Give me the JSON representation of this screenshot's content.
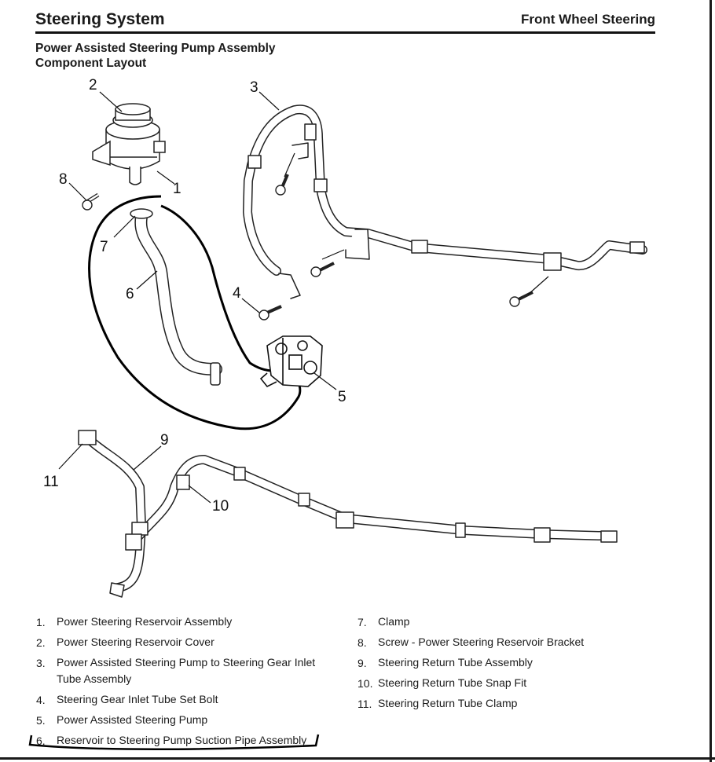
{
  "header": {
    "section_title": "Steering System",
    "subsection_title": "Front Wheel Steering"
  },
  "subtitle": {
    "line1": "Power Assisted Steering Pump Assembly",
    "line2": "Component Layout"
  },
  "callouts": {
    "c1": "1",
    "c2": "2",
    "c3": "3",
    "c4": "4",
    "c5": "5",
    "c6": "6",
    "c7": "7",
    "c8": "8",
    "c9": "9",
    "c10": "10",
    "c11": "11"
  },
  "legend": {
    "left": [
      {
        "num": "1.",
        "text": "Power Steering Reservoir Assembly"
      },
      {
        "num": "2.",
        "text": "Power Steering Reservoir Cover"
      },
      {
        "num": "3.",
        "text": "Power Assisted Steering Pump to Steering Gear Inlet Tube Assembly"
      },
      {
        "num": "4.",
        "text": "Steering Gear Inlet Tube Set Bolt"
      },
      {
        "num": "5.",
        "text": "Power Assisted Steering Pump"
      },
      {
        "num": "6.",
        "text": "Reservoir to Steering Pump Suction Pipe Assembly"
      }
    ],
    "right": [
      {
        "num": "7.",
        "text": "Clamp"
      },
      {
        "num": "8.",
        "text": "Screw - Power Steering Reservoir Bracket"
      },
      {
        "num": "9.",
        "text": "Steering Return Tube Assembly"
      },
      {
        "num": "10.",
        "text": "Steering Return Tube Snap Fit"
      },
      {
        "num": "11.",
        "text": "Steering Return Tube Clamp"
      }
    ]
  }
}
